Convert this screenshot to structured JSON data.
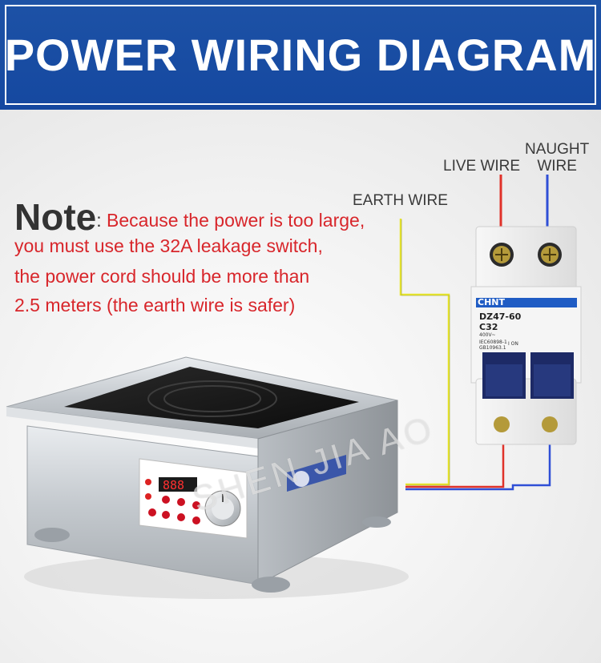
{
  "header": {
    "title": "POWER WIRING DIAGRAM"
  },
  "note": {
    "heading": "Note",
    "colon": ":",
    "lines": [
      "Because the power is too large,",
      "you must use the 32A leakage switch,",
      "the power cord should be more than",
      "2.5 meters (the earth wire is safer)"
    ]
  },
  "wires": {
    "earth_label": "EARTH WIRE",
    "live_label": "LIVE WIRE",
    "naught_label_line1": "NAUGHT",
    "naught_label_line2": "WIRE",
    "colors": {
      "earth": "#e8e62a",
      "live": "#e0322a",
      "naught": "#2f4fd6",
      "header_bg": "#1a4ea3",
      "note_text": "#d8262b"
    }
  },
  "breaker": {
    "brand": "CHNT",
    "model": "DZ47-60",
    "rating": "C32",
    "voltage": "400V~",
    "standard1": "IEC60898-1",
    "standard2": "GB10963.1",
    "on_label": "I ON"
  },
  "watermark": "SHEN JIA AO",
  "cooker": {
    "display_digits": "888",
    "icons": [
      "induction-cooker-image",
      "control-knob-icon"
    ]
  }
}
